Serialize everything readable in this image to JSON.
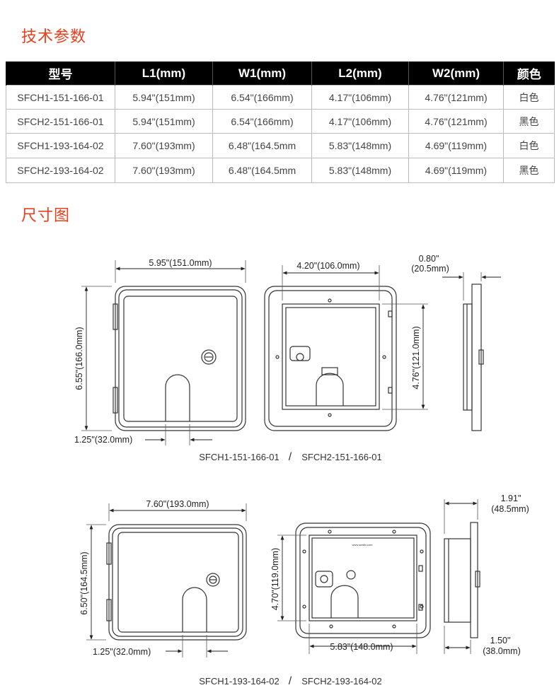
{
  "sections": {
    "specs_title": "技术参数",
    "dimensions_title": "尺寸图"
  },
  "table": {
    "headers": [
      "型号",
      "L1(mm)",
      "W1(mm)",
      "L2(mm)",
      "W2(mm)",
      "颜色"
    ],
    "rows": [
      [
        "SFCH1-151-166-01",
        "5.94\"(151mm)",
        "6.54\"(166mm)",
        "4.17\"(106mm)",
        "4.76\"(121mm)",
        "白色"
      ],
      [
        "SFCH2-151-166-01",
        "5.94\"(151mm)",
        "6.54\"(166mm)",
        "4.17\"(106mm)",
        "4.76\"(121mm)",
        "黑色"
      ],
      [
        "SFCH1-193-164-02",
        "7.60\"(193mm)",
        "6.48\"(164.5mm",
        "5.83\"(148mm)",
        "4.69\"(119mm)",
        "白色"
      ],
      [
        "SFCH2-193-164-02",
        "7.60\"(193mm)",
        "6.48\"(164.5mm",
        "5.83\"(148mm)",
        "4.69\"(119mm)",
        "黑色"
      ]
    ]
  },
  "drawing1": {
    "width_dim": "5.95\"(151.0mm)",
    "height_dim": "6.55\"(166.0mm)",
    "offset_dim": "1.25\"(32.0mm)",
    "inner_width_dim": "4.20\"(106.0mm)",
    "inner_height_dim": "4.76\"(121.0mm)",
    "depth_dim_1": "0.80\"",
    "depth_dim_2": "(20.5mm)",
    "caption_a": "SFCH1-151-166-01",
    "caption_sep": "/",
    "caption_b": "SFCH2-151-166-01"
  },
  "drawing2": {
    "width_dim": "7.60\"(193.0mm)",
    "height_dim": "6.50\"(164.5mm)",
    "offset_dim": "1.25\"(32.0mm)",
    "inner_height_dim": "4.70\"(119.0mm)",
    "inner_width_dim": "5.83\"(148.0mm)",
    "depth_top_1": "1.91\"",
    "depth_top_2": "(48.5mm)",
    "depth_bot_1": "1.50\"",
    "depth_bot_2": "(38.0mm)",
    "brand_mark": "www.seaflo.com",
    "caption_a": "SFCH1-193-164-02",
    "caption_sep": "/",
    "caption_b": "SFCH2-193-164-02"
  },
  "colors": {
    "heading": "#e8401c",
    "table_header_bg": "#000000",
    "line": "#333333"
  }
}
